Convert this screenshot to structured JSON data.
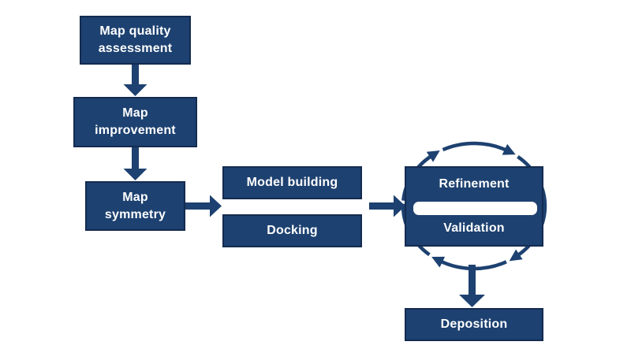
{
  "diagram_title": "",
  "nodes": {
    "map_quality": {
      "lines": [
        "Map quality",
        "assessment"
      ]
    },
    "map_improvement": {
      "lines": [
        "Map",
        "improvement"
      ]
    },
    "map_symmetry": {
      "lines": [
        "Map",
        "symmetry"
      ]
    },
    "model_building": {
      "label": "Model building"
    },
    "docking": {
      "label": "Docking"
    },
    "refinement": {
      "label": "Refinement"
    },
    "validation": {
      "label": "Validation"
    },
    "deposition": {
      "label": "Deposition"
    }
  },
  "edges": [
    "Map quality assessment -> Map improvement",
    "Map improvement -> Map symmetry",
    "Map symmetry -> Model building / Docking",
    "Model building / Docking -> Refinement / Validation",
    "Refinement <-> Validation (clockwise cycle arrows)",
    "Refinement / Validation -> Deposition"
  ],
  "colors": {
    "navy": "#1D4170",
    "box_border": "#142B50",
    "text_on_box": "#FFFFFF",
    "background": "#FFFFFF"
  }
}
